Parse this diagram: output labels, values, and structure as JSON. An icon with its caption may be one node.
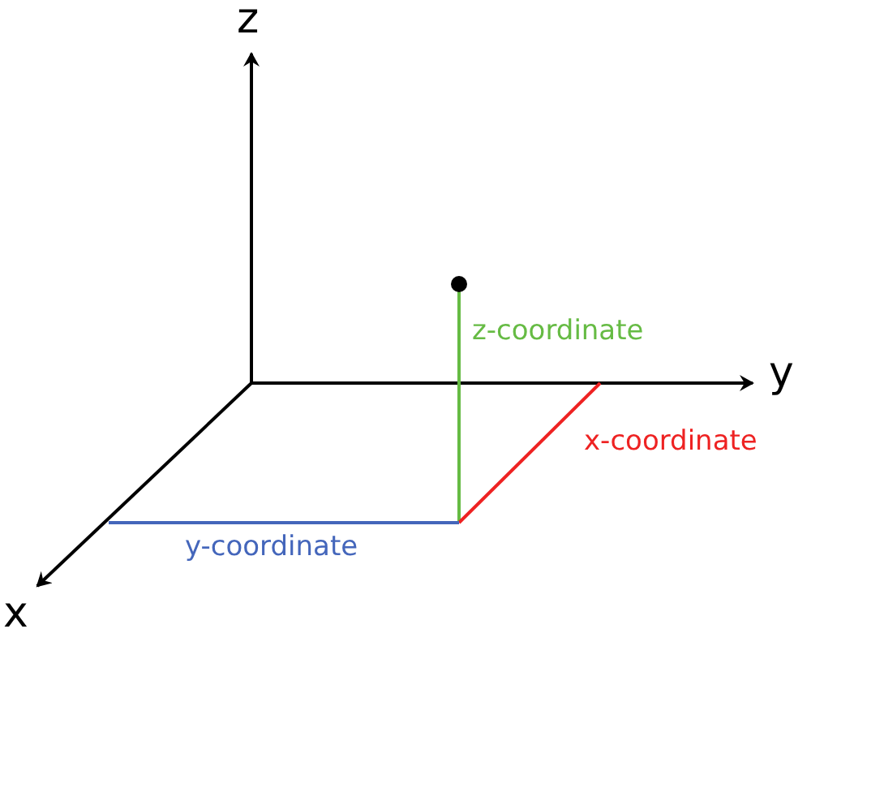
{
  "diagram": {
    "labels": [
      "z",
      "z-coordinate",
      "y",
      "x-coordinate",
      "y-coordinate",
      "x"
    ]
  }
}
